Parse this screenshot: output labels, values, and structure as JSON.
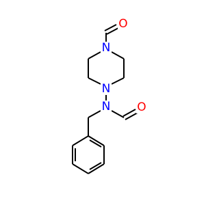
{
  "molecule": {
    "atoms": [
      {
        "id": "n1",
        "element": "N",
        "label": "N",
        "color": "#0000ff"
      },
      {
        "id": "n2",
        "element": "N",
        "label": "N",
        "color": "#0000ff"
      },
      {
        "id": "n3",
        "element": "N",
        "label": "N",
        "color": "#0000ff"
      },
      {
        "id": "o1",
        "element": "O",
        "label": "O",
        "color": "#ff0000"
      },
      {
        "id": "o2",
        "element": "O",
        "label": "O",
        "color": "#ff0000"
      }
    ],
    "bond_color": "#000000"
  }
}
